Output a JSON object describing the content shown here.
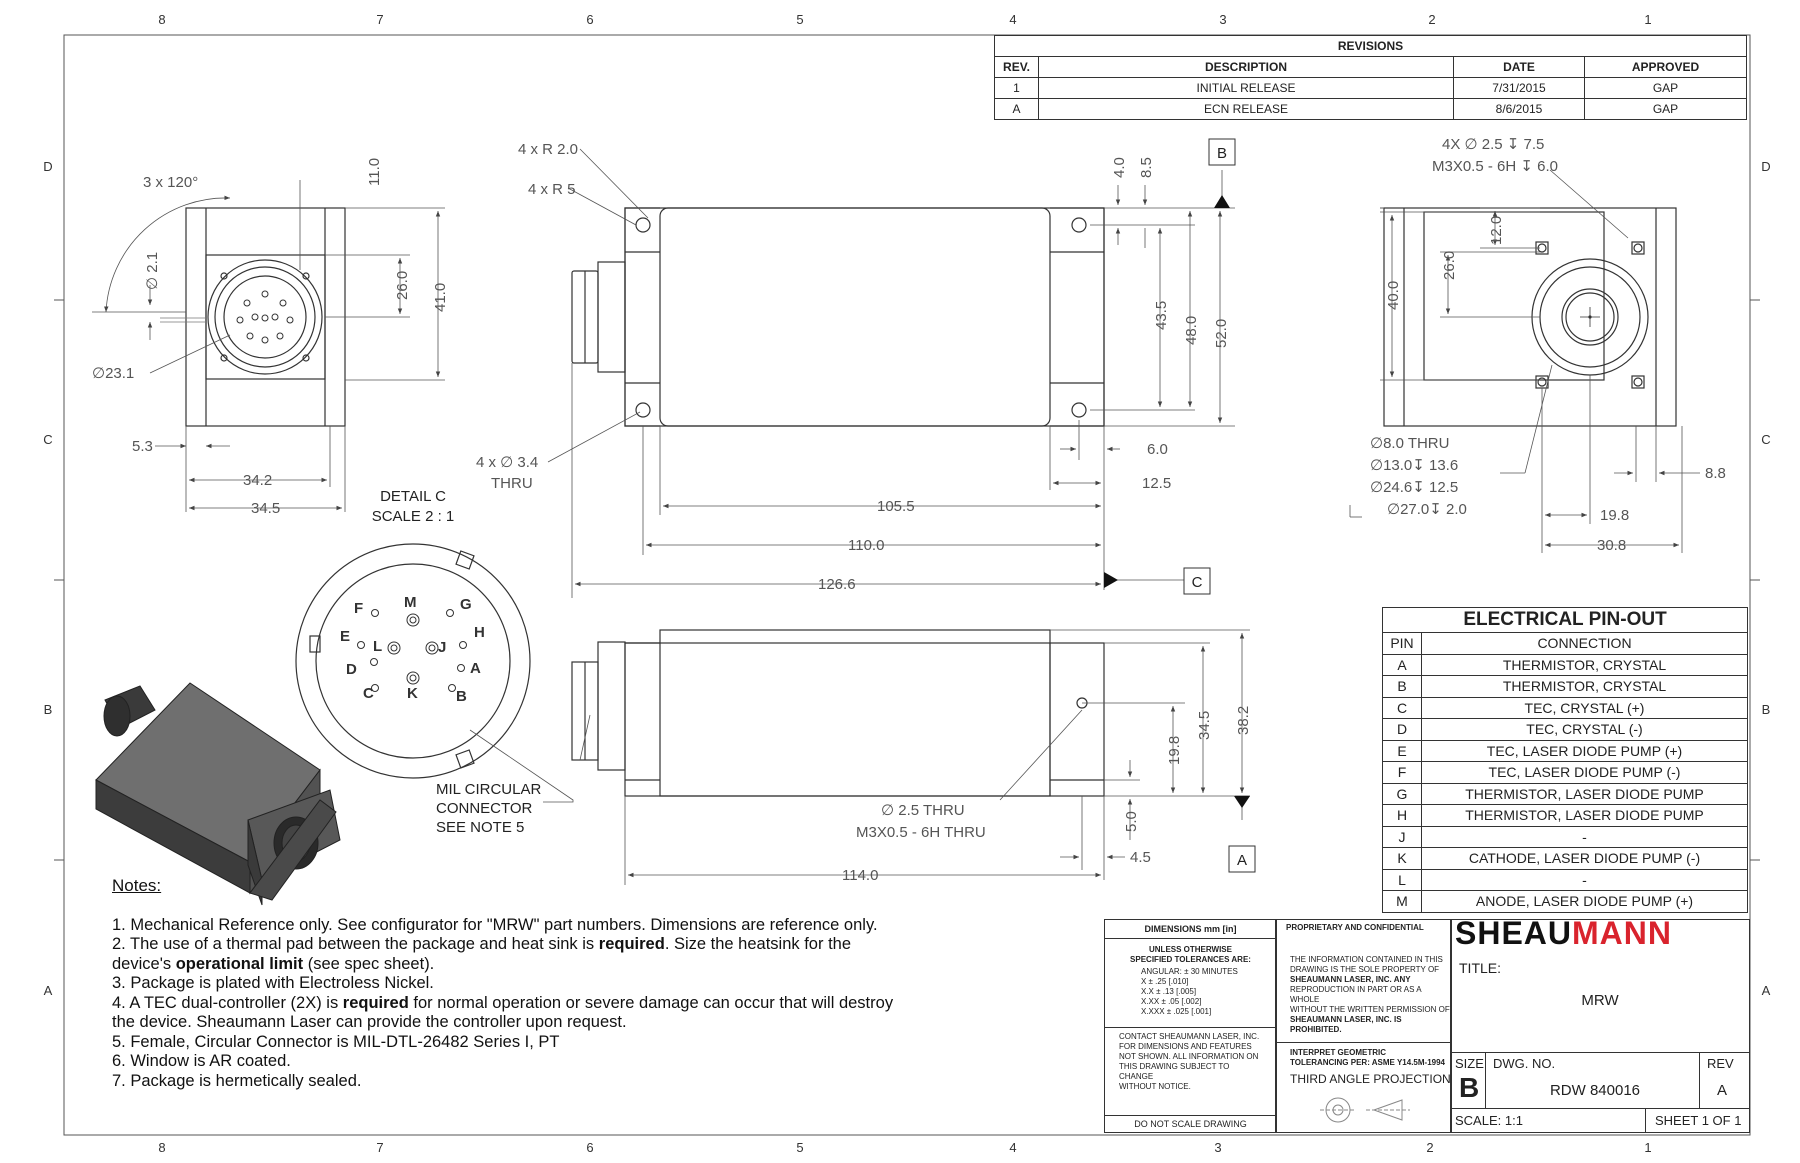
{
  "border": {
    "top_zones": [
      "8",
      "7",
      "6",
      "5",
      "4",
      "3",
      "2",
      "1"
    ],
    "bottom_zones": [
      "8",
      "7",
      "6",
      "5",
      "4",
      "3",
      "2",
      "1"
    ],
    "side_zones": [
      "D",
      "C",
      "B",
      "A"
    ]
  },
  "revisions": {
    "title": "REVISIONS",
    "headers": [
      "REV.",
      "DESCRIPTION",
      "DATE",
      "APPROVED"
    ],
    "rows": [
      [
        "1",
        "INITIAL RELEASE",
        "7/31/2015",
        "GAP"
      ],
      [
        "A",
        "ECN RELEASE",
        "8/6/2015",
        "GAP"
      ]
    ]
  },
  "front_view": {
    "angle": "3 x 120°",
    "dims": [
      "11.0",
      "2.1",
      "26.0",
      "41.0",
      "23.1",
      "5.3",
      "34.2",
      "34.5"
    ],
    "dia_prefix": "∅"
  },
  "top_view": {
    "callouts": [
      "4 x R 2.0",
      "4 x R 5",
      "4 x ∅ 3.4",
      "THRU"
    ],
    "dims_v": [
      "4.0",
      "8.5",
      "43.5",
      "48.0",
      "52.0"
    ],
    "dims_h": [
      "6.0",
      "12.5",
      "105.5",
      "110.0",
      "126.6"
    ],
    "datum_b": "B",
    "datum_c": "C"
  },
  "side_view": {
    "callout_lines": [
      "4X ∅ 2.5 ↧ 7.5",
      "M3X0.5 - 6H ↧ 6.0"
    ],
    "dims_v": [
      "12.0",
      "26.0",
      "40.0"
    ],
    "bore_lines": [
      "∅8.0 THRU",
      "∅13.0↧ 13.6",
      "∅24.6↧ 12.5",
      "∅27.0↧ 2.0"
    ],
    "dims_h": [
      "8.8",
      "19.8",
      "30.8"
    ]
  },
  "detail_c": {
    "title": "DETAIL C",
    "scale": "SCALE 2 : 1",
    "pins": [
      "F",
      "M",
      "G",
      "E",
      "L",
      "J",
      "H",
      "D",
      "A",
      "C",
      "K",
      "B"
    ],
    "connector_note": [
      "MIL CIRCULAR",
      "CONNECTOR",
      "SEE NOTE 5"
    ]
  },
  "bottom_view": {
    "dims_v": [
      "38.2",
      "34.5",
      "19.8",
      "5.0"
    ],
    "dims_h": [
      "4.5",
      "114.0"
    ],
    "hole_callout": [
      "∅ 2.5 THRU",
      "M3X0.5 - 6H THRU"
    ],
    "datum_a": "A"
  },
  "pinout": {
    "title": "ELECTRICAL PIN-OUT",
    "headers": [
      "PIN",
      "CONNECTION"
    ],
    "rows": [
      [
        "A",
        "THERMISTOR, CRYSTAL"
      ],
      [
        "B",
        "THERMISTOR, CRYSTAL"
      ],
      [
        "C",
        "TEC, CRYSTAL (+)"
      ],
      [
        "D",
        "TEC, CRYSTAL (-)"
      ],
      [
        "E",
        "TEC, LASER DIODE PUMP (+)"
      ],
      [
        "F",
        "TEC, LASER DIODE PUMP (-)"
      ],
      [
        "G",
        "THERMISTOR, LASER DIODE PUMP"
      ],
      [
        "H",
        "THERMISTOR, LASER DIODE PUMP"
      ],
      [
        "J",
        "-"
      ],
      [
        "K",
        "CATHODE, LASER DIODE PUMP (-)"
      ],
      [
        "L",
        "-"
      ],
      [
        "M",
        "ANODE, LASER DIODE PUMP (+)"
      ]
    ]
  },
  "notes": {
    "heading": "Notes:",
    "items": [
      "1. Mechanical Reference only. See configurator for \"MRW\" part numbers. Dimensions are reference only.",
      "2. The use of a thermal pad between the package and heat sink is required. Size the heatsink for the device's operational limit (see spec sheet).",
      "3. Package is plated with Electroless Nickel.",
      "4. A TEC dual-controller (2X) is required for normal operation or severe damage can occur that will destroy the device. Sheaumann Laser can provide the controller upon request.",
      "5. Female, Circular Connector is MIL-DTL-26482 Series I, PT",
      "6. Window is AR coated.",
      "7. Package is hermetically sealed."
    ]
  },
  "title_block": {
    "dimensions_label": "DIMENSIONS  mm [in]",
    "tolerance_head": [
      "UNLESS OTHERWISE",
      "SPECIFIED TOLERANCES ARE:"
    ],
    "tolerances": [
      "ANGULAR:  ± 30 MINUTES",
      "X      ± .25 [.010]",
      "X.X    ± .13 [.005]",
      "X.XX   ± .05 [.002]",
      "X.XXX ± .025 [.001]"
    ],
    "contact": [
      "CONTACT SHEAUMANN LASER, INC.",
      "FOR DIMENSIONS AND FEATURES",
      "NOT SHOWN. ALL INFORMATION ON",
      "THIS DRAWING SUBJECT TO CHANGE",
      "WITHOUT NOTICE."
    ],
    "do_not_scale": "DO NOT SCALE DRAWING",
    "proprietary": "PROPRIETARY AND CONFIDENTIAL",
    "proprietary_text": [
      "THE INFORMATION CONTAINED IN THIS",
      "DRAWING IS THE SOLE PROPERTY OF",
      "SHEAUMANN LASER, INC.  ANY",
      "REPRODUCTION IN PART OR AS A WHOLE",
      "WITHOUT THE WRITTEN PERMISSION OF",
      "SHEAUMANN LASER, INC. IS PROHIBITED."
    ],
    "interpret": [
      "INTERPRET GEOMETRIC",
      "TOLERANCING PER: ASME Y14.5M-1994"
    ],
    "projection": "THIRD ANGLE PROJECTION",
    "brand_a": "SHEAU",
    "brand_b": "MANN",
    "brand_color": "#d9232d",
    "title_label": "TITLE:",
    "title_value": "MRW",
    "size_label": "SIZE",
    "size_value": "B",
    "dwg_label": "DWG.  NO.",
    "dwg_value": "RDW 840016",
    "rev_label": "REV",
    "rev_value": "A",
    "scale": "SCALE: 1:1",
    "sheet": "SHEET 1 OF 1"
  }
}
